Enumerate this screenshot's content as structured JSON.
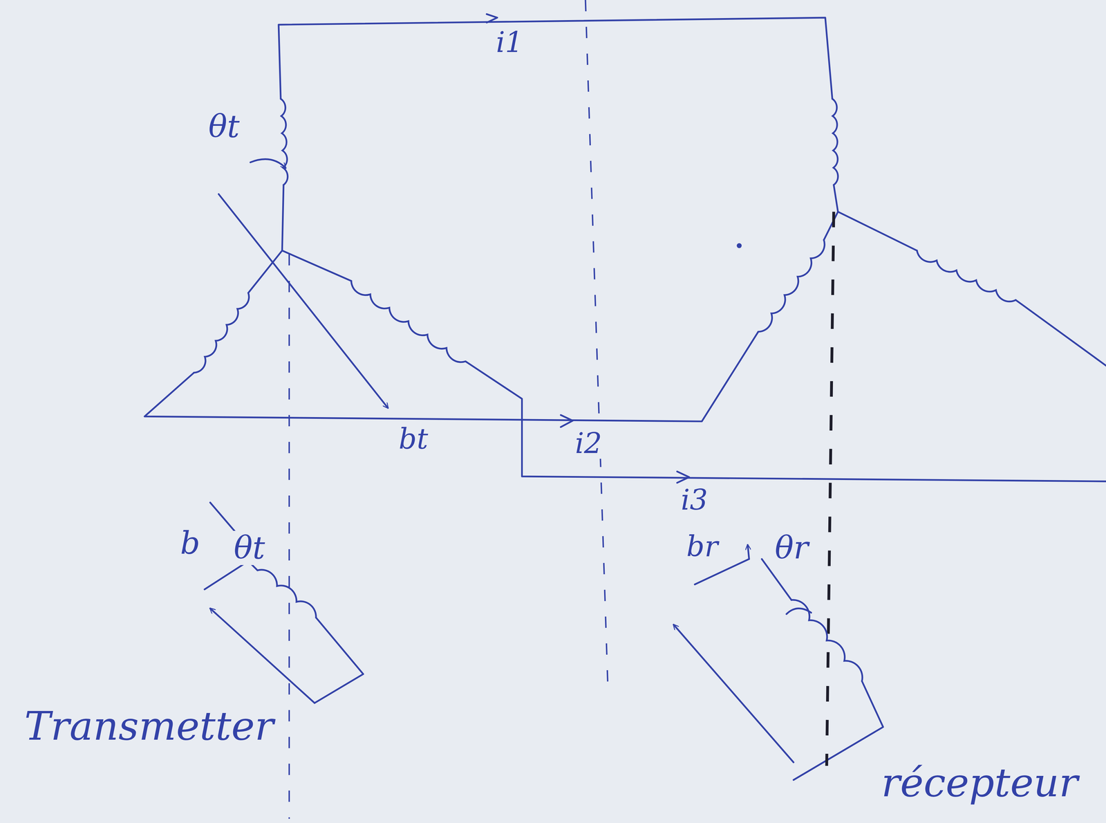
{
  "diagram": {
    "labels": [
      "θt",
      "i1",
      "bt",
      "i2",
      "i3",
      "b",
      "θt",
      "br",
      "θr",
      "Transmetter",
      "récepteur"
    ]
  }
}
